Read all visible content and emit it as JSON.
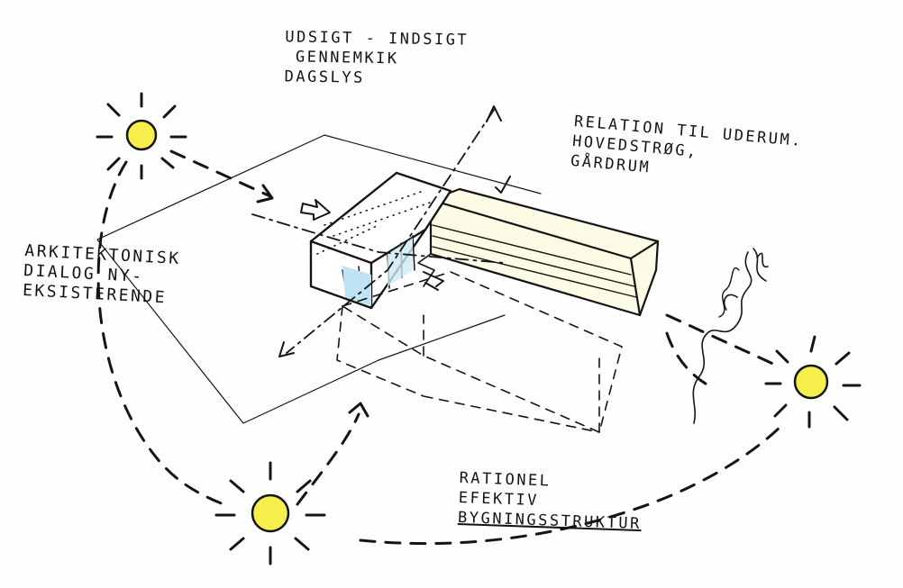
{
  "colors": {
    "ink": "#141414",
    "sun_fill": "#f6ee4a",
    "glass": "#bfe3f4",
    "new_building": "#fbfbe6"
  },
  "notes": {
    "top": [
      "UDSIGT - INDSIGT",
      "GENNEMKIK",
      "DAGSLYS"
    ],
    "right": [
      "RELATION TIL UDERUM.",
      "HOVEDSTRØG,",
      "GÅRDRUM"
    ],
    "left": [
      "ARKITEKTONISK",
      "DIALOG NY-",
      "EKSISTERENDE"
    ],
    "bottom": [
      "RATIONEL",
      "EFEKTIV",
      "BYGNINGSSTRUKTUR"
    ]
  },
  "icons": {
    "sun": "sun-icon",
    "arrow": "arrow-icon",
    "tree": "tree-icon"
  }
}
